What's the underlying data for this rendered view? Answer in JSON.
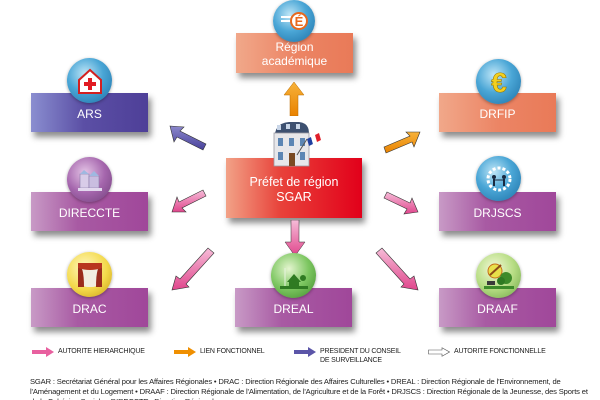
{
  "nodes": {
    "region_academique": {
      "line1": "Région",
      "line2": "académique",
      "icon": "academie-e-icon",
      "color": "#ec8565"
    },
    "prefet": {
      "line1": "Préfet de région",
      "line2": "SGAR",
      "icon": "prefecture-building-icon",
      "color": "#e2001a"
    },
    "ars": {
      "label": "ARS",
      "icon": "hospital-house-icon",
      "color": "#5b4fa5"
    },
    "drfip": {
      "label": "DRFIP",
      "icon": "euro-icon",
      "color": "#ec8565"
    },
    "direccte": {
      "label": "DIRECCTE",
      "icon": "factory-icon",
      "color": "#a85aa3"
    },
    "drjscs": {
      "label": "DRJSCS",
      "icon": "people-circle-icon",
      "color": "#a85aa3"
    },
    "drac": {
      "label": "DRAC",
      "icon": "theater-curtain-icon",
      "color": "#a85aa3"
    },
    "dreal": {
      "label": "DREAL",
      "icon": "eco-house-icon",
      "color": "#a85aa3"
    },
    "draaf": {
      "label": "DRAAF",
      "icon": "agriculture-icon",
      "color": "#a85aa3"
    }
  },
  "links": [
    {
      "from": "prefet",
      "to": "region_academique",
      "type": "lien_fonctionnel"
    },
    {
      "from": "prefet",
      "to": "ars",
      "type": "president_conseil"
    },
    {
      "from": "prefet",
      "to": "drfip",
      "type": "lien_fonctionnel"
    },
    {
      "from": "prefet",
      "to": "direccte",
      "type": "autorite_hierarchique"
    },
    {
      "from": "prefet",
      "to": "drjscs",
      "type": "autorite_hierarchique"
    },
    {
      "from": "prefet",
      "to": "drac",
      "type": "autorite_hierarchique"
    },
    {
      "from": "prefet",
      "to": "dreal",
      "type": "autorite_hierarchique"
    },
    {
      "from": "prefet",
      "to": "draaf",
      "type": "autorite_hierarchique"
    }
  ],
  "legend": {
    "autorite_hierarchique": {
      "label": "AUTORITE HIERARCHIQUE",
      "color": "#e8609f"
    },
    "lien_fonctionnel": {
      "label": "LIEN FONCTIONNEL",
      "color": "#ef8f00"
    },
    "president_conseil": {
      "line1": "PRESIDENT DU CONSEIL",
      "line2": "DE SURVEILLANCE",
      "color": "#5b55a8"
    },
    "autorite_fonctionnelle": {
      "label": "AUTORITE FONCTIONNELLE",
      "color": "#ffffff"
    }
  },
  "footnote": "SGAR : Secrétariat Général pour les Affaires Régionales • DRAC : Direction Régionale des Affaires Culturelles • DREAL : Direction Régionale de l'Environnement, de l'Aménagement et du Logement • DRAAF : Direction Régionale de l'Alimentation, de l'Agriculture et de la Forêt • DRJSCS : Direction Régionale de la Jeunesse, des Sports et de la Cohésion Sociale • DIRECCTE : Direction Régionale"
}
